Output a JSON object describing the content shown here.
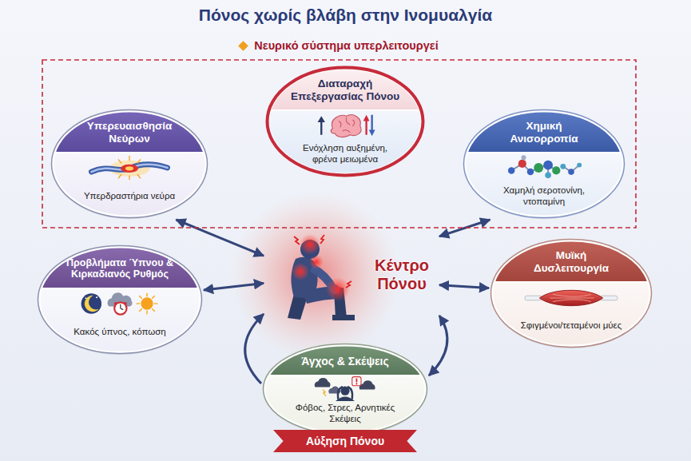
{
  "diagram": {
    "title": "Πόνος χωρίς βλάβη στην Ινομυαλγία",
    "nodes": [
      {
        "text": [
          "Νευρικό σύστημα υπερλειτουργεί"
        ]
      },
      {
        "text": [
          "Υπερευαισθησία Νεύρων",
          "Υπερδραστήρια νεύρα"
        ],
        "in": 0
      },
      {
        "text": [
          "Διαταραχή Επεξεργασίας Πόνου",
          "Ενόχληση αυξημένη, φρένα μειωμένα"
        ],
        "in": 0
      },
      {
        "text": [
          "Χημική Ανισορροπία",
          "Χαμηλή σεροτονίνη, ντοπαμίνη"
        ],
        "in": 0
      },
      {
        "text": [
          "Προβλήματα Ύπνου & Κιρκαδιανός Ρυθμός",
          "Κακός ύπνος, κόπωση"
        ]
      },
      {
        "text": [
          "Κέντρο Πόνου"
        ]
      },
      {
        "text": [
          "Μυϊκή Δυσλειτουργία",
          "Σφιγμένοι/τεταμένοι μύες"
        ]
      },
      {
        "text": [
          "Άγχος & Σκέψεις",
          "Φόβος, Στρες, Αρνητικές Σκέψεις",
          "Αύξηση Πόνου"
        ]
      }
    ],
    "edges": [
      {
        "from": 1,
        "to": 5,
        "arrow": "both"
      },
      {
        "from": 3,
        "to": 5,
        "arrow": "both"
      },
      {
        "from": 4,
        "to": 5,
        "arrow": "both"
      },
      {
        "from": 6,
        "to": 5,
        "arrow": "both"
      },
      {
        "from": 7,
        "to": 5,
        "arrow": "to"
      },
      {
        "from": 5,
        "to": 7,
        "arrow": "both"
      }
    ]
  }
}
